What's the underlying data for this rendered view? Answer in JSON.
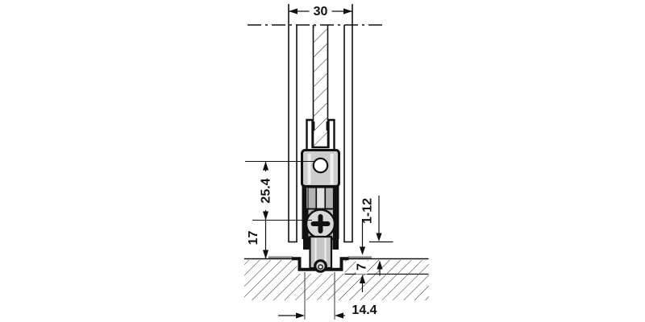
{
  "drawing": {
    "kind": "technical-cross-section",
    "description": "Vertical section of a sliding glass door bottom guide fitting recessed into the floor",
    "dimensions": {
      "panel_thickness": "30",
      "hole_to_screw_center": "25.4",
      "screw_center_to_floor": "17",
      "bottom_gap_adjust_range": "1-12",
      "track_recess_depth": "7",
      "recess_width": "14.4"
    },
    "colors": {
      "line": "#111111",
      "fill_body": "#cdcdcd",
      "fill_screw": "#d8d8d8",
      "fill_dark_gray": "#909090",
      "background": "#ffffff"
    }
  }
}
